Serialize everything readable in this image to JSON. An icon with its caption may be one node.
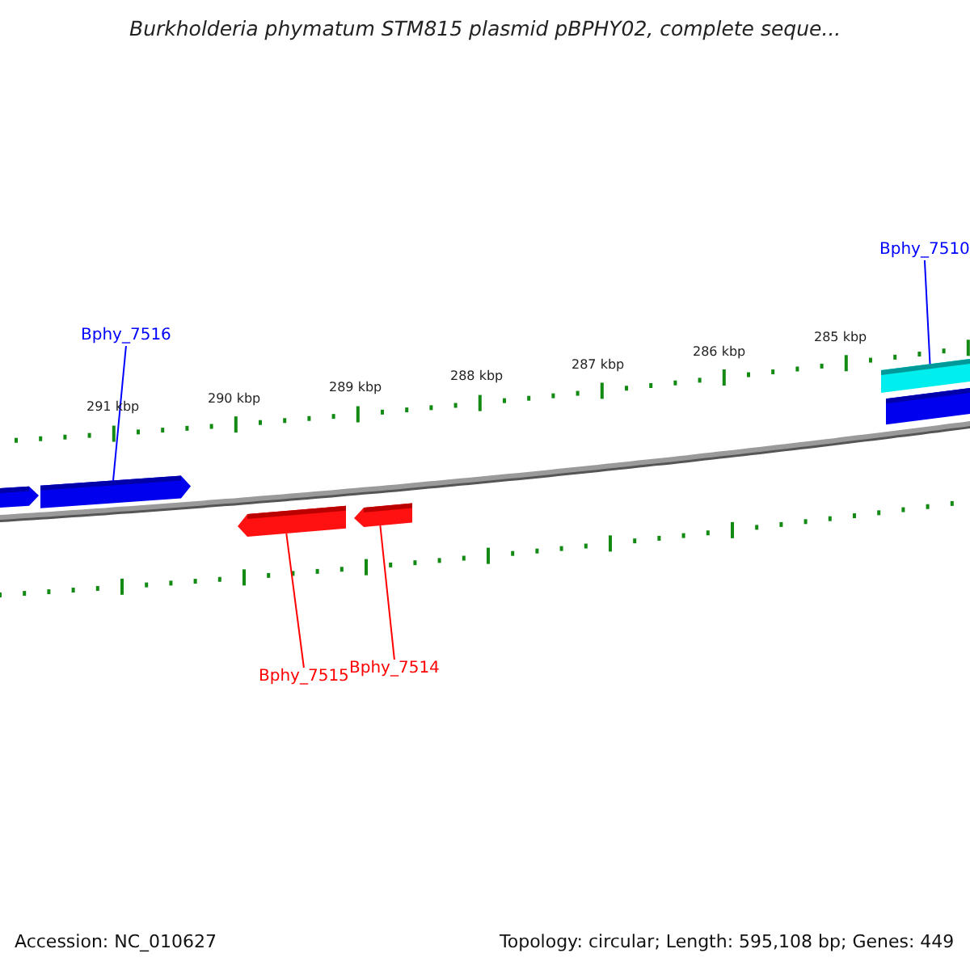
{
  "diagram": {
    "title": "Burkholderia phymatum STM815 plasmid pBPHY02, complete seque...",
    "nodes": [
      {
        "text": [
          "Bphy_7516"
        ]
      },
      {
        "text": [
          "Bphy_7510"
        ]
      },
      {
        "text": [
          "Bphy_7515"
        ]
      },
      {
        "text": [
          "Bphy_7514"
        ]
      },
      {
        "text": [],
        "shape": "bar"
      },
      {
        "text": [],
        "shape": "bar"
      },
      {
        "text": [],
        "shape": "bar"
      },
      {
        "text": [],
        "shape": "bar"
      },
      {
        "text": [],
        "shape": "bar"
      },
      {
        "text": [],
        "shape": "bar"
      }
    ],
    "edges": [
      {
        "from": 0,
        "to": 5,
        "arrow": "none",
        "color": "#0000ff"
      },
      {
        "from": 1,
        "to": 8,
        "arrow": "none",
        "color": "#0000ff"
      },
      {
        "from": 2,
        "to": 6,
        "arrow": "none",
        "color": "#ff0000"
      },
      {
        "from": 3,
        "to": 7,
        "arrow": "none",
        "color": "#ff0000"
      }
    ],
    "labels": [
      "291 kbp",
      "290 kbp",
      "289 kbp",
      "288 kbp",
      "287 kbp",
      "286 kbp",
      "285 kbp",
      "Accession: NC_010627",
      "Topology: circular; Length: 595,108 bp; Genes: 449"
    ]
  }
}
